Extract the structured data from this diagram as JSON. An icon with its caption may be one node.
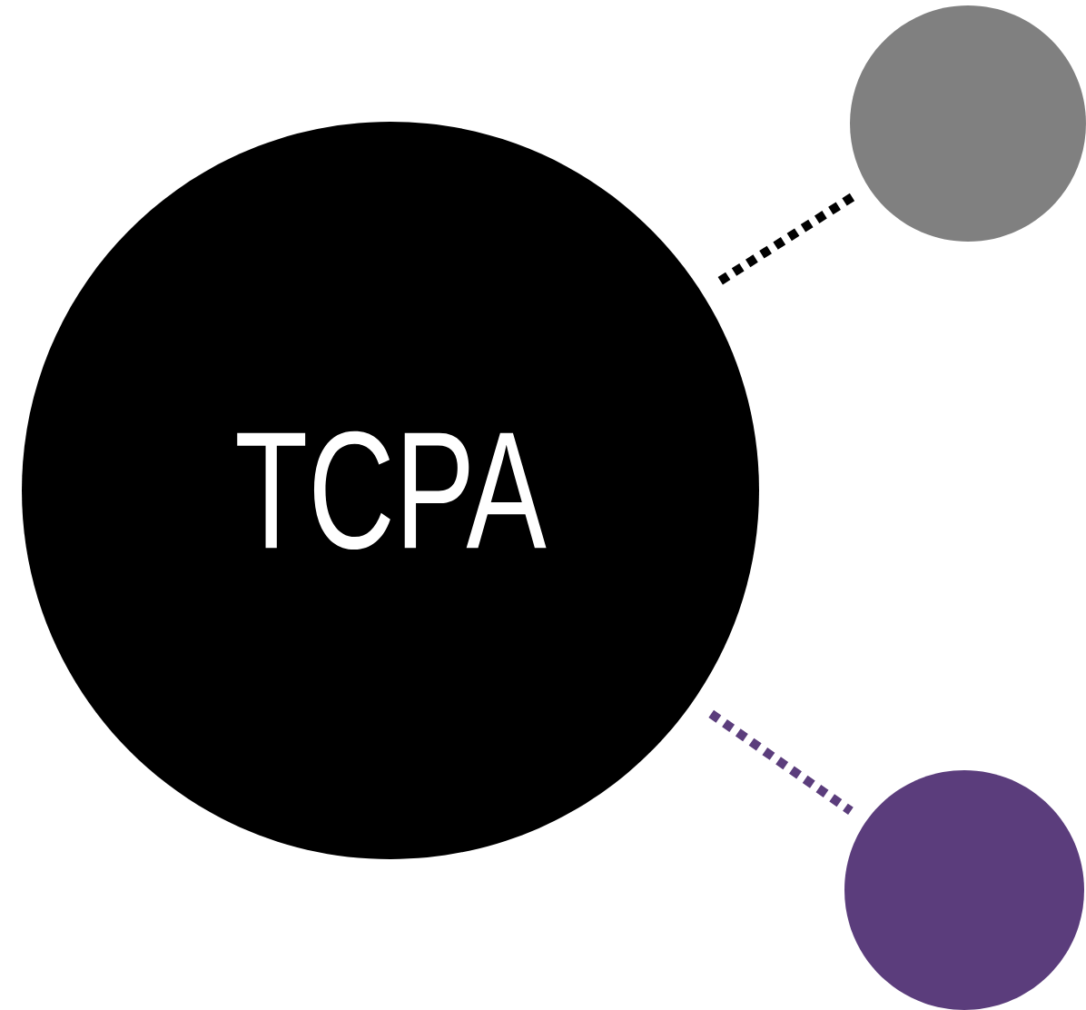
{
  "diagram": {
    "nodes": [
      {
        "text": [
          "TCPA"
        ]
      },
      {
        "text": [],
        "shape": "circle"
      },
      {
        "text": [],
        "shape": "circle"
      }
    ],
    "edges": [
      {
        "from": 0,
        "to": 1,
        "arrow": "none",
        "style": "dashed",
        "color": "#000000"
      },
      {
        "from": 0,
        "to": 2,
        "arrow": "none",
        "style": "dashed",
        "color": "#5b3d7c"
      }
    ]
  }
}
